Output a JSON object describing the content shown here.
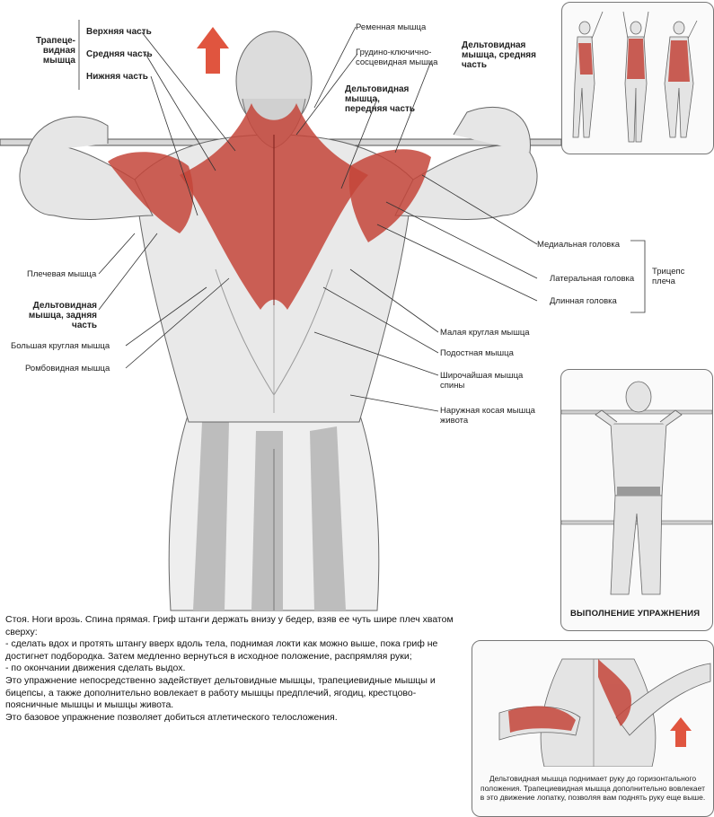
{
  "labels": {
    "trapezius_group": "Трапеце-\nвидная\nмышца",
    "trap_upper": "Верхняя часть",
    "trap_middle": "Средняя часть",
    "trap_lower": "Нижняя часть",
    "brachioradialis": "Ременная мышца",
    "sternocleido": "Грудино-ключично-\nсосцевидная мышца",
    "delt_middle": "Дельтовидная\nмышца, средняя\nчасть",
    "delt_front": "Дельтовидная\nмышца,\nпередняя часть",
    "brachialis": "Плечевая мышца",
    "delt_rear": "Дельтовидная\nмышца, задняя\nчасть",
    "teres_major": "Большая круглая мышца",
    "rhomboid": "Ромбовидная мышца",
    "teres_minor": "Малая круглая мышца",
    "infraspinatus": "Подостная мышца",
    "latissimus": "Широчайшая мышца\nспины",
    "oblique": "Наружная косая мышца\nживота",
    "triceps_medial": "Медиальная головка",
    "triceps_lateral": "Латеральная головка",
    "triceps_long": "Длинная головка",
    "triceps_group": "Трицепс\nплеча"
  },
  "exercise_title": "ВЫПОЛНЕНИЕ УПРАЖНЕНИЯ",
  "description": [
    "Стоя. Ноги врозь. Спина прямая. Гриф штанги держать внизу у бедер, взяв ее чуть шире плеч хватом сверху:",
    "- сделать вдох и протять штангу вверх вдоль тела, поднимая локти как можно выше, пока гриф не достигнет подбородка. Затем медленно вернуться в исходное положение, распрямляя руки;",
    "- по окончании движения сделать выдох.",
    "Это упражнение непосредственно задействует дельтовидные мышцы, трапециевидные мышцы и бицепсы, а также дополнительно вовлекает в работу мышцы предплечий, ягодиц, крестцово-поясничные мышцы и мышцы живота.",
    "Это базовое упражнение позволяет добиться атлетического телосложения."
  ],
  "detail_caption": "Дельтовидная мышца поднимает руку до горизонтального положения. Трапециевидная мышца дополнительно вовлекает в это движение лопатку, позволяя вам поднять руку еще выше.",
  "colors": {
    "muscle_highlight": "#c4453a",
    "arrow": "#e0553f",
    "line": "#333333"
  }
}
